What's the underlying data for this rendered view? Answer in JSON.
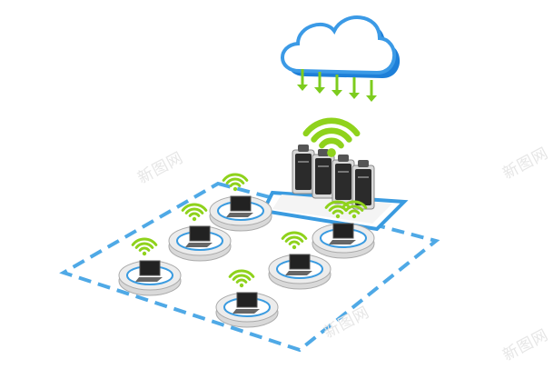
{
  "illustration": {
    "subject": "cloud-server-network",
    "node_count": 6,
    "arrow_count": 5
  },
  "watermark": "新图网",
  "colors": {
    "cloud_fill": "#ffffff",
    "cloud_outline": "#2a8fe0",
    "arrow_green": "#7dcc1e",
    "wifi_green": "#8fd21c",
    "dashed_border": "#4fa9e6",
    "brick": "#d9d9d9",
    "server_dark": "#2b2b2b"
  }
}
